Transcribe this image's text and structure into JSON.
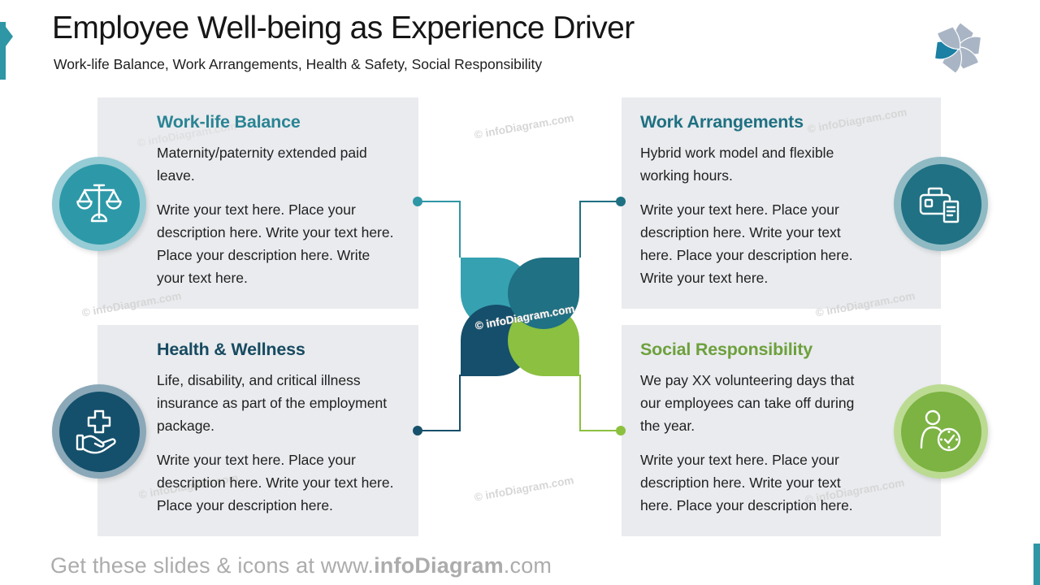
{
  "slide": {
    "title": "Employee Well-being as Experience Driver",
    "subtitle": "Work-life Balance, Work Arrangements, Health & Safety, Social Responsibility",
    "watermark_text": "© infoDiagram.com",
    "footer": {
      "prefix": "Get these slides & icons at www.",
      "brand": "infoDiagram",
      "suffix": ".com"
    },
    "accent_color": "#2E96A5",
    "card_background": "#E9EBEE",
    "logo": {
      "petal_color": "#A9B5C4",
      "accent_petal_color": "#1B80A3"
    }
  },
  "quadrants": [
    {
      "title": "Work-life Balance",
      "heading_color": "#2A8494",
      "icon": "scales-icon",
      "circle_color": "#2D99A8",
      "ring_color": "#96CCD5",
      "connector_color": "#2E96A5",
      "petal_color": "#36A1B1",
      "paragraphs": [
        "Maternity/paternity extended paid leave.",
        "Write your text here. Place your description here. Write your text here. Place your description here. Write your text here."
      ]
    },
    {
      "title": "Work Arrangements",
      "heading_color": "#1F7082",
      "icon": "toolbox-document-icon",
      "circle_color": "#1F7183",
      "ring_color": "#8FBAC4",
      "connector_color": "#1F7082",
      "petal_color": "#1F7183",
      "paragraphs": [
        "Hybrid work model and flexible working hours.",
        "Write your text here. Place your description here. Write your text here. Place your description here. Write your text here."
      ]
    },
    {
      "title": "Health & Wellness",
      "heading_color": "#174A61",
      "icon": "hand-cross-icon",
      "circle_color": "#14506B",
      "ring_color": "#8AA8B8",
      "connector_color": "#17506A",
      "petal_color": "#154F6B",
      "paragraphs": [
        "Life, disability, and critical illness insurance as part of the employment package.",
        "Write your text here. Place your description here. Write your text here. Place your description here."
      ]
    },
    {
      "title": "Social Responsibility",
      "heading_color": "#6DA03C",
      "icon": "person-clock-icon",
      "circle_color": "#7CB343",
      "ring_color": "#BCDB92",
      "connector_color": "#8CC03F",
      "petal_color": "#8BC041",
      "paragraphs": [
        "We pay XX volunteering days that our employees can take off during the year.",
        "Write your text here. Place your description here. Write your text here. Place your description here."
      ]
    }
  ]
}
